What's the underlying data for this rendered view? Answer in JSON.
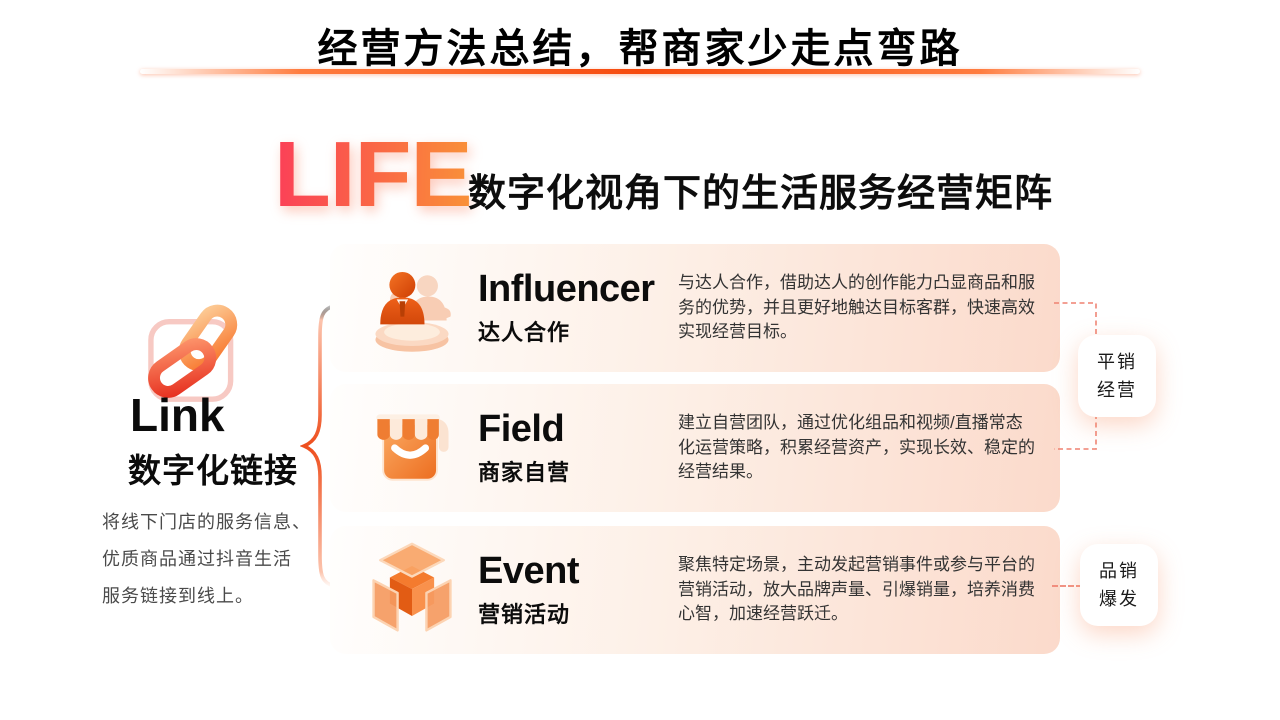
{
  "page": {
    "title": "经营方法总结，帮商家少走点弯路"
  },
  "matrix_header": {
    "brand": "LIFE",
    "subtitle": "数字化视角下的生活服务经营矩阵"
  },
  "link_section": {
    "icon": "chain-link-icon",
    "title_en": "Link",
    "title_zh": "数字化链接",
    "desc_lines": [
      "将线下门店的服务信息、",
      "优质商品通过抖音生活",
      "服务链接到线上。"
    ]
  },
  "rows": [
    {
      "icon": "influencer-people-icon",
      "title_en": "Influencer",
      "title_zh": "达人合作",
      "desc": "与达人合作，借助达人的创作能力凸显商品和服务的优势，并且更好地触达目标客群，快速高效实现经营目标。"
    },
    {
      "icon": "storefront-icon",
      "title_en": "Field",
      "title_zh": "商家自营",
      "desc": "建立自营团队，通过优化组品和视频/直播常态化运营策略，积累经营资产，实现长效、稳定的经营结果。"
    },
    {
      "icon": "cube-icon",
      "title_en": "Event",
      "title_zh": "营销活动",
      "desc": "聚焦特定场景，主动发起营销事件或参与平台的营销活动，放大品牌声量、引爆销量，培养消费心智，加速经营跃迁。"
    }
  ],
  "side_labels": [
    {
      "lines": [
        "平销",
        "经营"
      ]
    },
    {
      "lines": [
        "品销",
        "爆发"
      ]
    }
  ],
  "colors": {
    "brand_gradient_start": "#fb3f58",
    "brand_gradient_end": "#f99238",
    "underline_center": "#f64a0e",
    "card_gradient_start": "#fffefd",
    "card_gradient_end": "#fbdacb",
    "dashed_connector": "#ee8070",
    "body_text": "#333333"
  }
}
